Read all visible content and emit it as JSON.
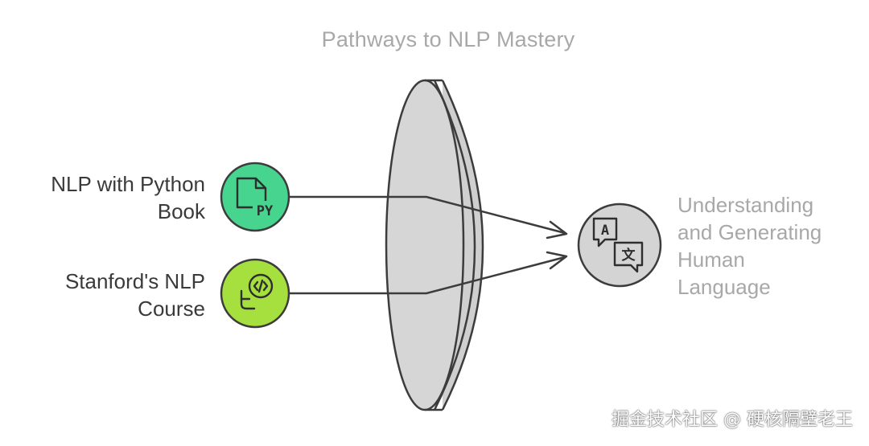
{
  "title": "Pathways to NLP Mastery",
  "inputs": [
    {
      "line1": "NLP with Python",
      "line2": "Book",
      "icon": "python-file-icon",
      "color": "#47d48e"
    },
    {
      "line1": "Stanford's NLP",
      "line2": "Course",
      "icon": "code-speech-icon",
      "color": "#a6e03f"
    }
  ],
  "output": {
    "lines": [
      "Understanding",
      "and Generating",
      "Human",
      "Language"
    ],
    "icon": "translation-icon",
    "color": "#d4d4d4"
  },
  "icon_text": {
    "py": "PY",
    "a": "A",
    "x": "文"
  },
  "lens_color": "#d6d6d6",
  "watermark": "掘金技术社区 @ 硬核隔壁老王"
}
